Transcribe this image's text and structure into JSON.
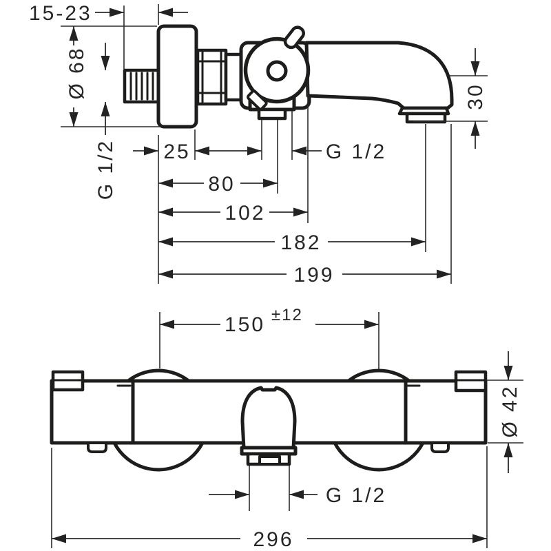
{
  "drawing": {
    "type": "installation-dimension-drawing",
    "views": [
      "side-view",
      "front-view"
    ],
    "colors": {
      "line": "#1d1d1b",
      "dimension": "#2b2b2b",
      "background": "#ffffff"
    }
  },
  "side_view": {
    "labels": {
      "wall_offset": "15-23",
      "escutcheon_diameter": "Ø 68",
      "wall_thread": "G 1/2",
      "escutcheon_depth": "25",
      "shower_outlet_thread": "G 1/2",
      "depth_to_shower_outlet": "80",
      "depth_to_handle_front": "102",
      "depth_to_spout_outlet": "182",
      "total_projection": "199",
      "spout_end_height": "30"
    }
  },
  "front_view": {
    "labels": {
      "connection_distance": "150",
      "connection_distance_tolerance": "±12",
      "body_diameter": "Ø 42",
      "spout_outlet_thread": "G 1/2",
      "overall_width": "296"
    }
  }
}
